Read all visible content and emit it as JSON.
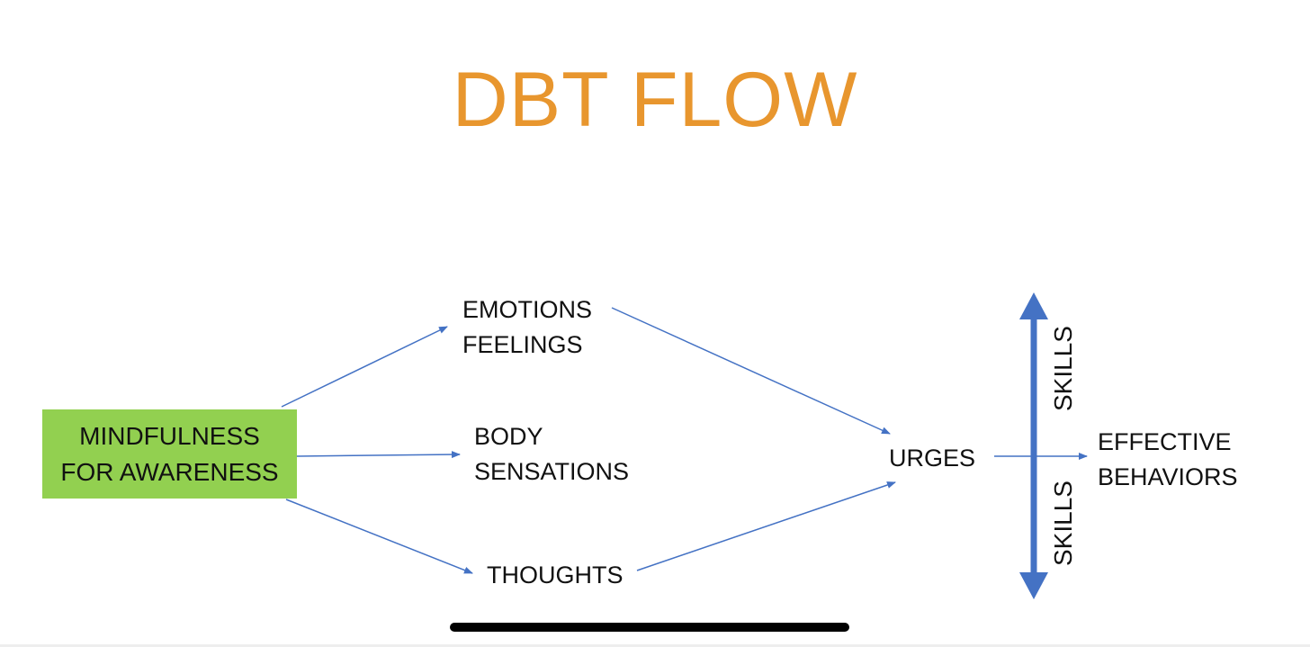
{
  "title": "DBT FLOW",
  "colors": {
    "title": "#E8962E",
    "box": "#92D050",
    "arrow": "#4472C4"
  },
  "nodes": {
    "mindfulness": [
      "MINDFULNESS",
      "FOR AWARENESS"
    ],
    "emotions": [
      "EMOTIONS",
      "FEELINGS"
    ],
    "body": [
      "BODY",
      "SENSATIONS"
    ],
    "thoughts": "THOUGHTS",
    "urges": "URGES",
    "effective": [
      "EFFECTIVE",
      "BEHAVIORS"
    ]
  },
  "skills_top": "SKILLS",
  "skills_bottom": "SKILLS"
}
